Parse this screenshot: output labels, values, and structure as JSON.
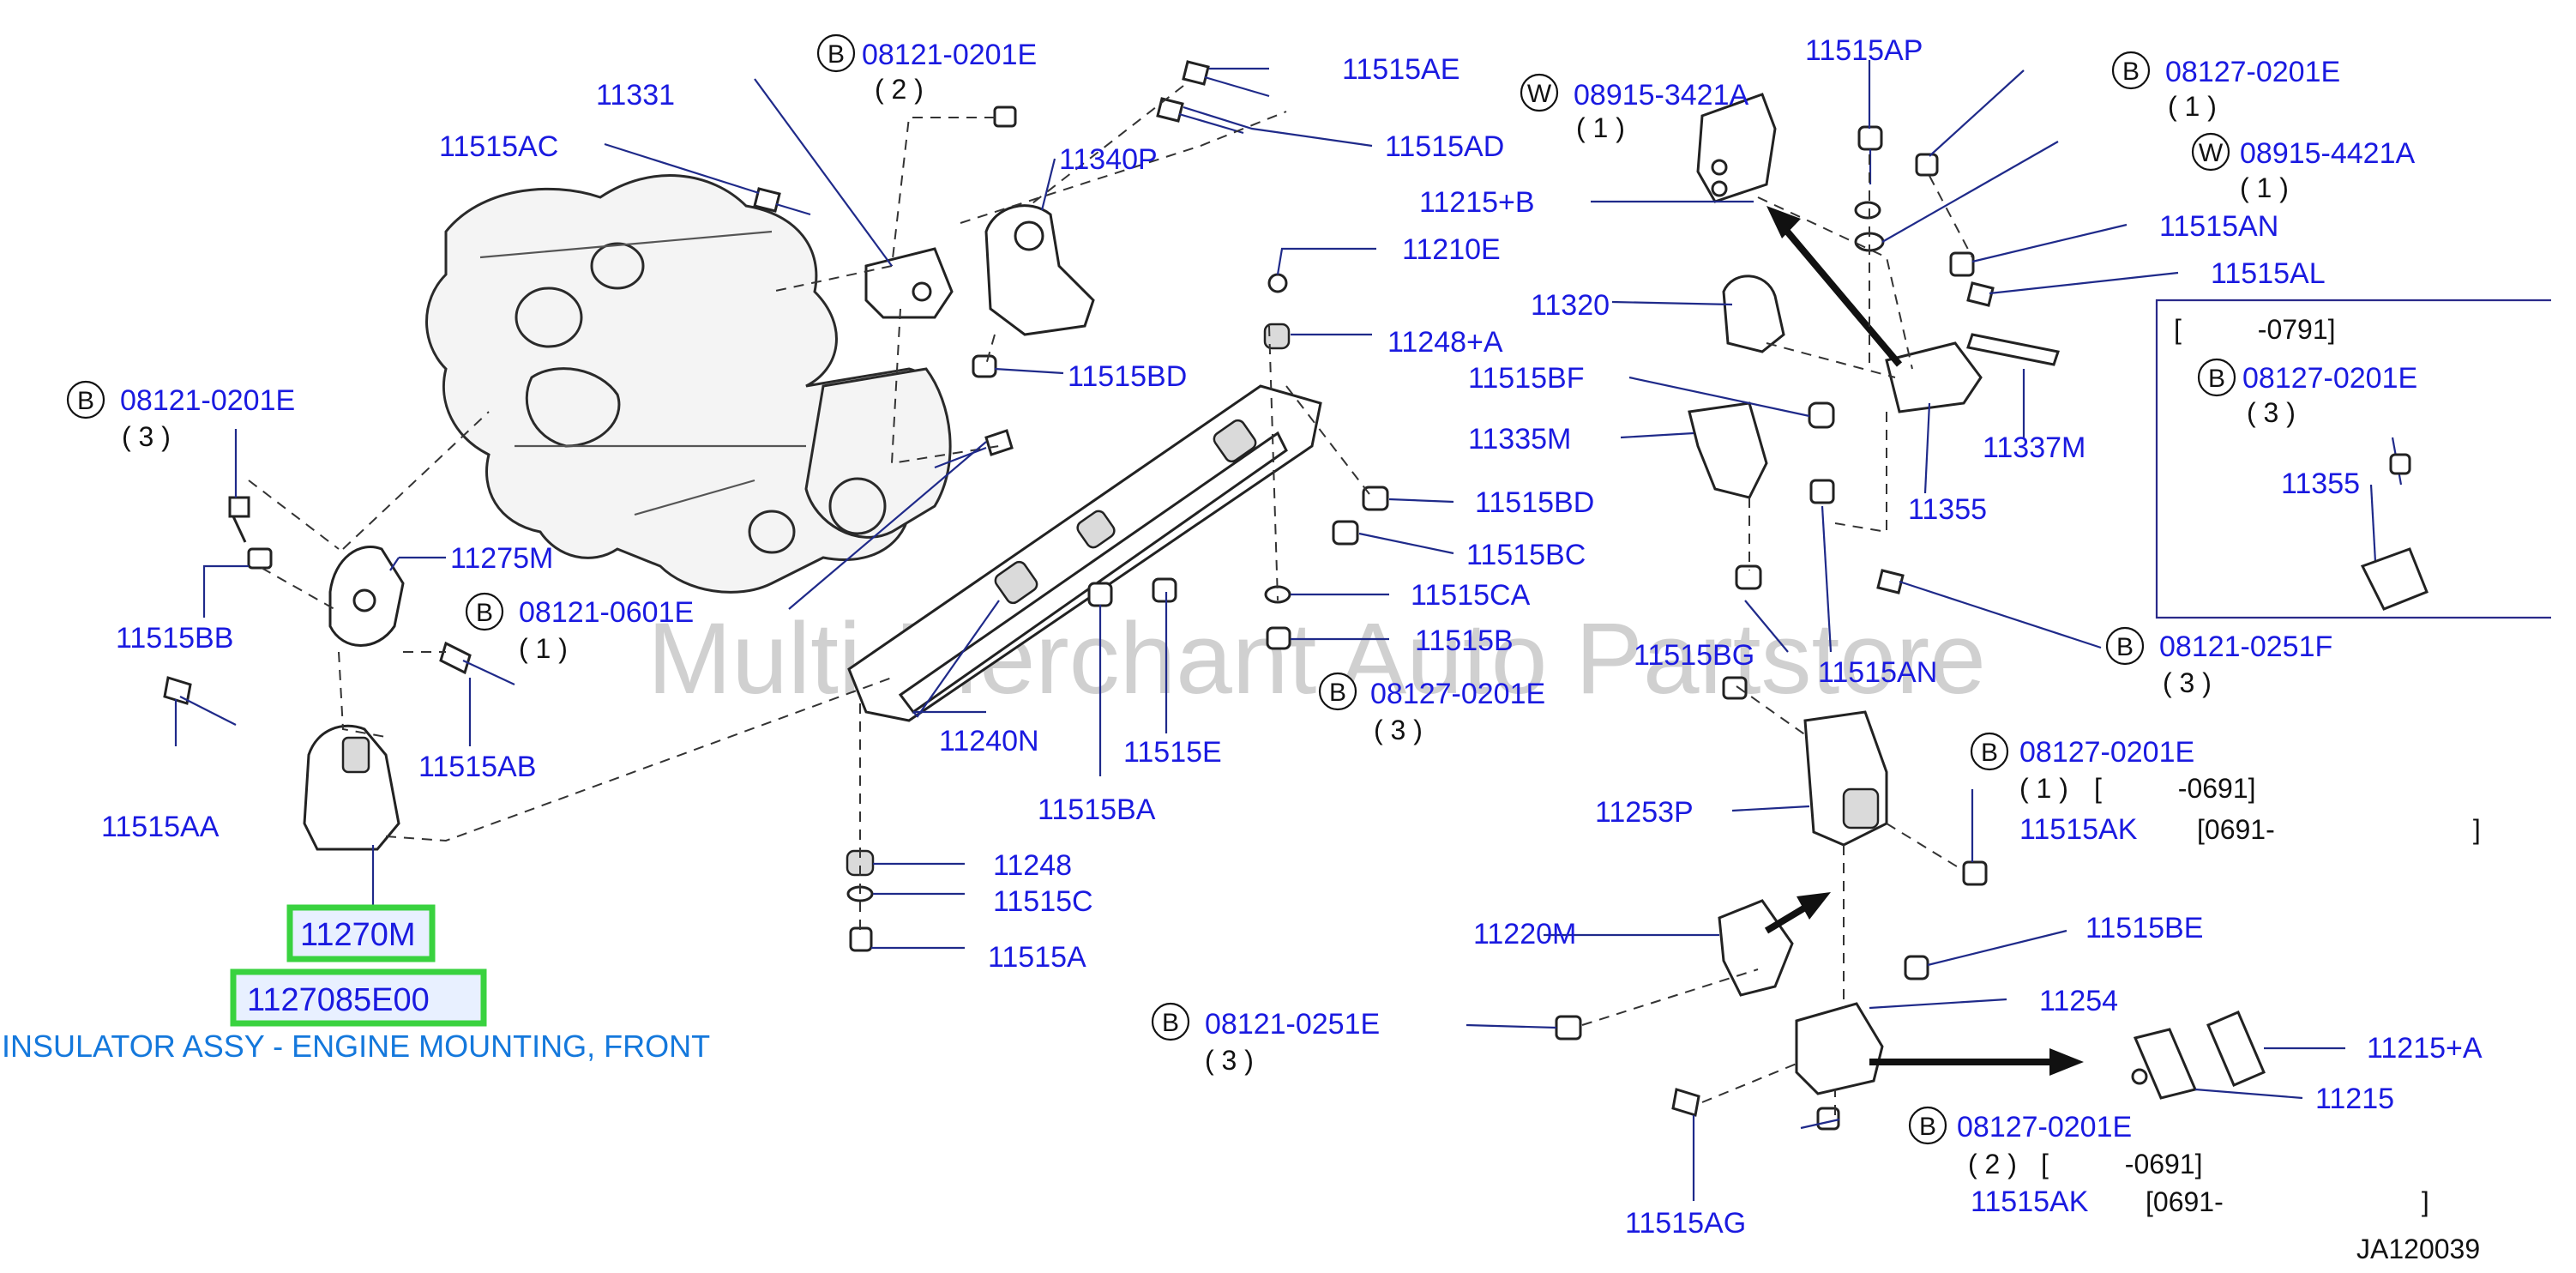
{
  "labels": {
    "p11331": "11331",
    "p11515AC": "11515AC",
    "p08121_0201E_top_code": "08121-0201E",
    "p08121_0201E_top_qty": "( 2 )",
    "p11515AE": "11515AE",
    "p11515AD": "11515AD",
    "p11340P": "11340P",
    "p11210E": "11210E",
    "p11248A": "11248+A",
    "p11515BD_top": "11515BD",
    "p08121_0201E_left_code": "08121-0201E",
    "p08121_0201E_left_qty": "( 3 )",
    "p11275M": "11275M",
    "p11515BB": "11515BB",
    "p08121_0601E_code": "08121-0601E",
    "p08121_0601E_qty": "( 1 )",
    "p11515AB": "11515AB",
    "p11515AA": "11515AA",
    "p11270M": "11270M",
    "p1127085E00": "1127085E00",
    "caption": "INSULATOR ASSY - ENGINE MOUNTING, FRONT",
    "p11515BD_mid": "11515BD",
    "p11515BC": "11515BC",
    "p11515CA": "11515CA",
    "p11515B": "11515B",
    "p08127_0201E_mid_code": "08127-0201E",
    "p08127_0201E_mid_qty": "( 3 )",
    "p11240N": "11240N",
    "p11515E": "11515E",
    "p11515BA": "11515BA",
    "p11248": "11248",
    "p11515C": "11515C",
    "p11515A": "11515A",
    "p11515AP": "11515AP",
    "p08915_3421A_code": "08915-3421A",
    "p08915_3421A_qty": "( 1 )",
    "p11215B": "11215+B",
    "p08127_0201E_tr_code": "08127-0201E",
    "p08127_0201E_tr_qty": "( 1 )",
    "p08915_4421A_code": "08915-4421A",
    "p08915_4421A_qty": "( 1 )",
    "p11515AN_top": "11515AN",
    "p11515AL": "11515AL",
    "p11320": "11320",
    "p11515BF": "11515BF",
    "p11335M": "11335M",
    "p11337M": "11337M",
    "p11355": "11355",
    "box_range": "[          -0791]",
    "box_b_code": "08127-0201E",
    "box_b_qty": "( 3 )",
    "box_11355": "11355",
    "p11515BG": "11515BG",
    "p11515AN_mid": "11515AN",
    "p08121_0251F_code": "08121-0251F",
    "p08121_0251F_qty": "( 3 )",
    "p11253P": "11253P",
    "p08127_0201E_r1_code": "08127-0201E",
    "p08127_0201E_r1_qty": "( 1 )",
    "r1_range": "[          -0691]",
    "p11515AK_r1": "11515AK",
    "r1_range2": "[0691-                          ]",
    "p11220M": "11220M",
    "p11515BE": "11515BE",
    "p11254": "11254",
    "p08121_0251E_code": "08121-0251E",
    "p08121_0251E_qty": "( 3 )",
    "p11215A": "11215+A",
    "p11215": "11215",
    "p08127_0201E_r2_code": "08127-0201E",
    "p08127_0201E_r2_qty": "( 2 )",
    "r2_range": "[          -0691]",
    "p11515AG": "11515AG",
    "p11515AK_r2": "11515AK",
    "r2_range2": "[0691-                          ]",
    "ref_code": "JA120039"
  },
  "circles": {
    "B": "B",
    "W": "W"
  },
  "watermark": "Multi-Merchant Auto Partstore",
  "colors": {
    "label": "#1a1ae0",
    "highlight_border": "#39d23f",
    "caption": "#1478dc"
  }
}
